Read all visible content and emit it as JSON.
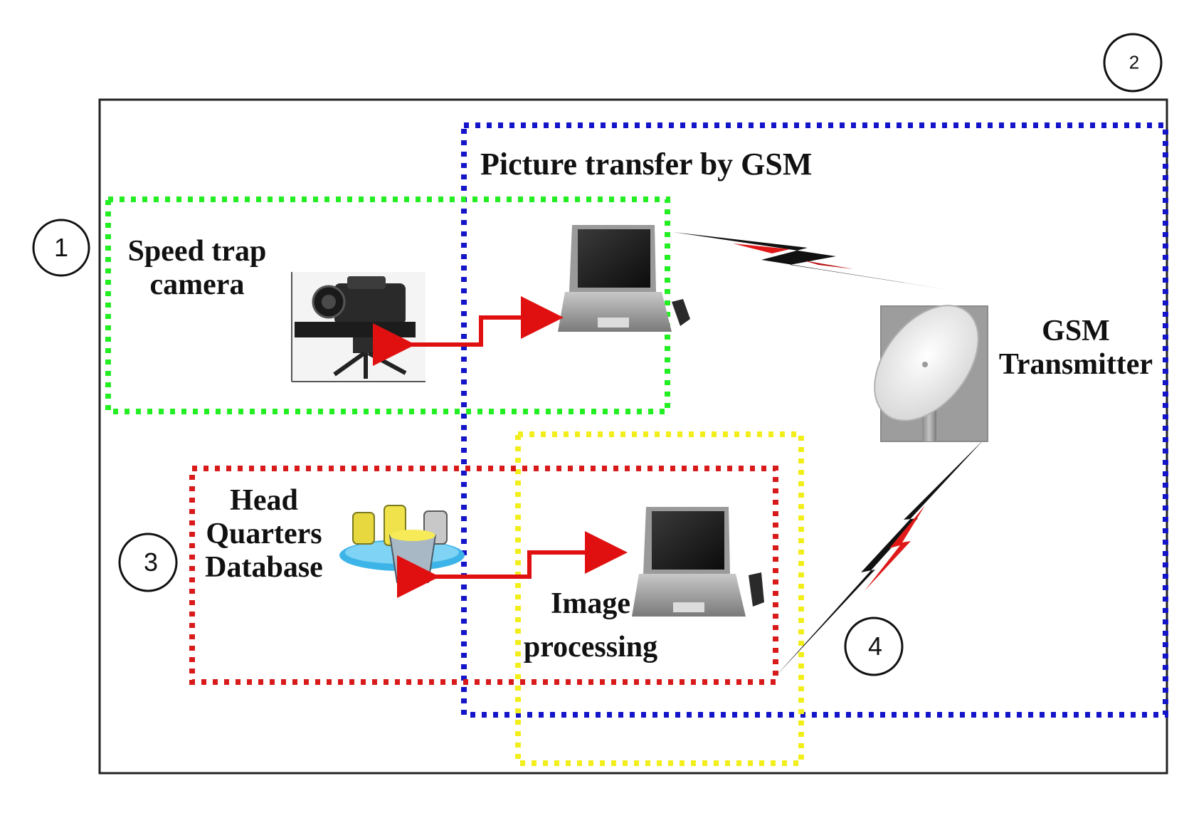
{
  "labels": {
    "picture_transfer": "Picture transfer by GSM",
    "speed_trap_line1": "Speed trap",
    "speed_trap_line2": "camera",
    "gsm_line1": "GSM",
    "gsm_line2": "Transmitter",
    "hq_line1": "Head",
    "hq_line2": "Quarters",
    "hq_line3": "Database",
    "image_line1": "Image",
    "image_line2": "processing"
  },
  "markers": {
    "m1": "1",
    "m2": "2",
    "m3": "3",
    "m4": "4"
  },
  "colors": {
    "green_box": "#22ee22",
    "blue_box": "#1414c8",
    "red_box": "#d81a1a",
    "yellow_box": "#f2ee1a",
    "arrow": "#e01010"
  },
  "icons": {
    "camera": "video-camera-icon",
    "laptop": "laptop-icon",
    "antenna": "satellite-dish-icon",
    "database": "database-icon"
  }
}
